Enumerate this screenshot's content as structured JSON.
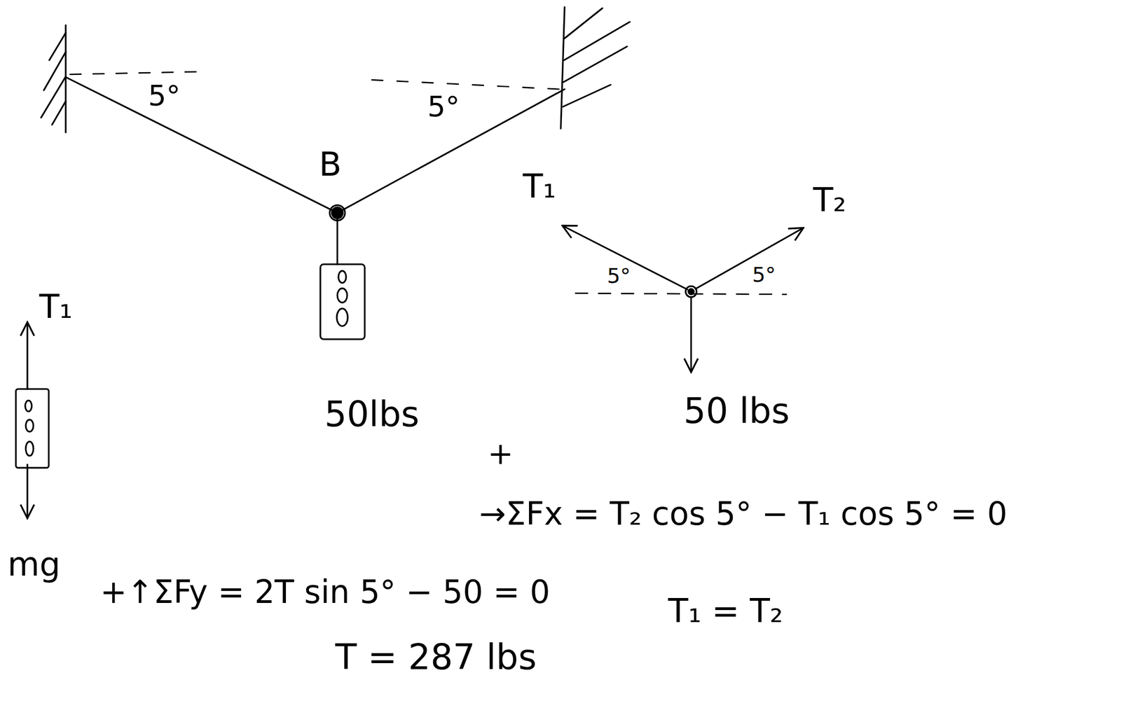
{
  "diagram": {
    "labels": [
      "5°",
      "5°",
      "B",
      "T₁",
      "T₂",
      "5°",
      "5°",
      "T₁",
      "mg",
      "50lbs",
      "50 lbs",
      "+",
      "→ΣFx = T₂ cos 5° − T₁ cos 5° = 0",
      "+↑ΣFy = 2T sin 5° − 50 = 0",
      "T₁ = T₂",
      "T = 287 lbs"
    ]
  }
}
